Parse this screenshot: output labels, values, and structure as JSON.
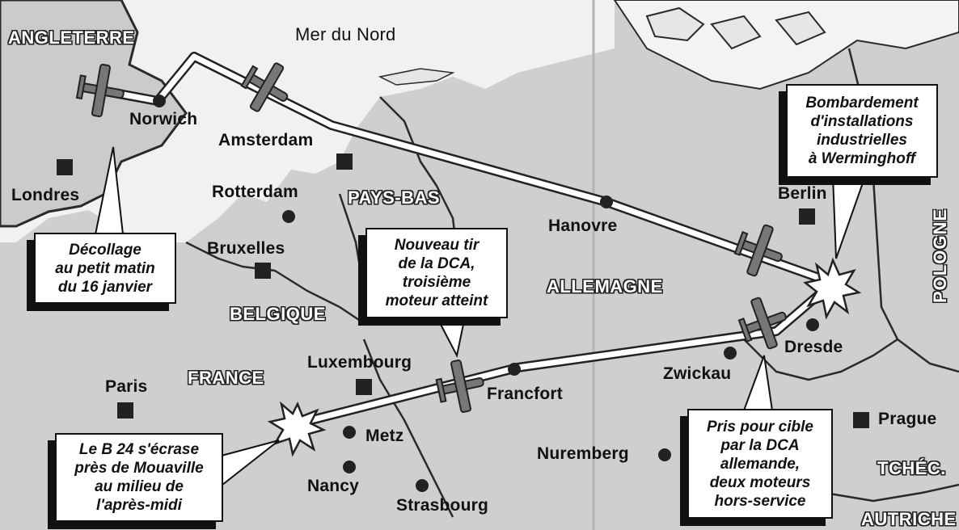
{
  "map": {
    "sea_label": "Mer du Nord",
    "countries": {
      "angleterre": "ANGLETERRE",
      "pays_bas": "PAYS-BAS",
      "belgique": "BELGIQUE",
      "france": "FRANCE",
      "allemagne": "ALLEMAGNE",
      "pologne": "POLOGNE",
      "tchecoslovaquie": "TCHÉC.",
      "autriche": "AUTRICHE"
    },
    "cities": {
      "norwich": "Norwich",
      "londres": "Londres",
      "amsterdam": "Amsterdam",
      "rotterdam": "Rotterdam",
      "bruxelles": "Bruxelles",
      "hanovre": "Hanovre",
      "berlin": "Berlin",
      "dresde": "Dresde",
      "zwickau": "Zwickau",
      "francfort": "Francfort",
      "luxembourg": "Luxembourg",
      "paris": "Paris",
      "metz": "Metz",
      "nancy": "Nancy",
      "strasbourg": "Strasbourg",
      "nuremberg": "Nuremberg",
      "prague": "Prague"
    },
    "callouts": {
      "takeoff": "Décollage\nau petit matin\ndu 16 janvier",
      "bombing": "Bombardement\nd'installations\nindustrielles\nà Werminghoff",
      "flak_third": "Nouveau tir\nde la DCA,\ntroisième\nmoteur atteint",
      "flak_target": "Pris pour cible\npar la DCA\nallemande,\ndeux moteurs\nhors-service",
      "crash": "Le B 24 s'écrase\nprès de Mouaville\nau milieu de\nl'après-midi"
    },
    "colors": {
      "land": "#cfcfcf",
      "sea_uk": "#f1f1f1",
      "border": "#2a2a2a",
      "route": "#ffffff",
      "ink": "#111111"
    }
  }
}
